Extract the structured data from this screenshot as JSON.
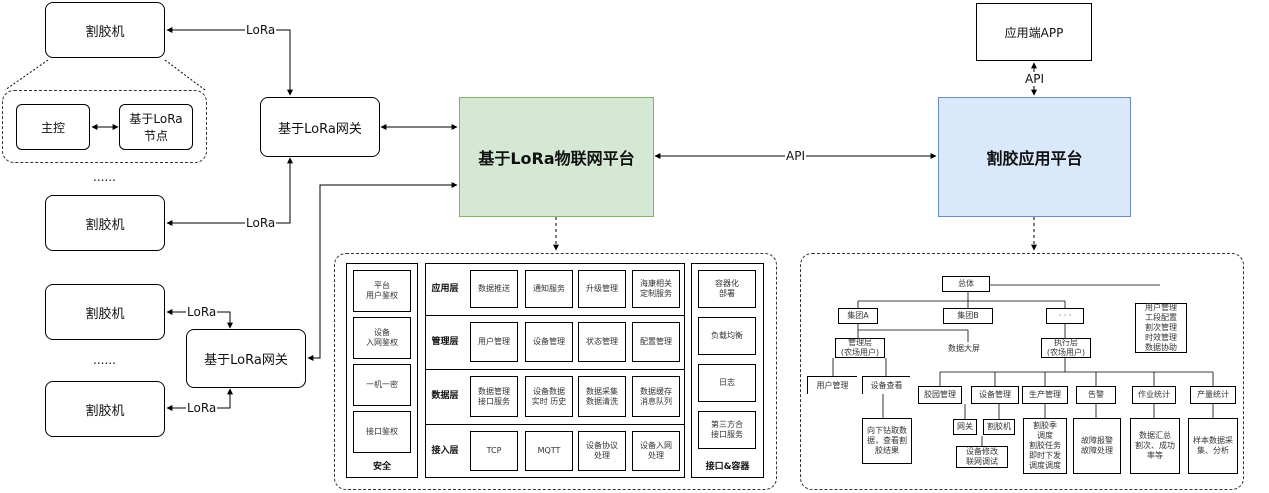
{
  "left": {
    "machine_top": "割胶机",
    "main_ctrl": "主控",
    "lora_node": "基于LoRa\n节点",
    "dots1": "......",
    "machine_mid": "割胶机",
    "gateway1": "基于LoRa网关",
    "machine_b1": "割胶机",
    "dots2": "......",
    "machine_b2": "割胶机",
    "gateway2": "基于LoRa网关",
    "lora_label": "LoRa"
  },
  "center": {
    "iot_platform": "基于LoRa物联网平台",
    "api_label": "API",
    "tapping_platform": "割胶应用平台",
    "app": "应用端APP",
    "colors": {
      "iot": "#d5e8d4",
      "iot_border": "#82b366",
      "tap": "#dae8fc",
      "tap_border": "#6c8ebf"
    }
  },
  "iot_detail": {
    "security": {
      "title": "安全",
      "items": [
        "平台\n用户鉴权",
        "设备\n入网鉴权",
        "一机一密",
        "接口鉴权"
      ]
    },
    "layers": [
      {
        "name": "应用层",
        "items": [
          "数据推送",
          "通知服务",
          "升级管理",
          "海康相关\n定制服务"
        ]
      },
      {
        "name": "管理层",
        "items": [
          "用户管理",
          "设备管理",
          "状态管理",
          "配置管理"
        ]
      },
      {
        "name": "数据层",
        "items": [
          "数据管理\n接口服务",
          "设备数据\n实时 历史",
          "数据采集\n数据清洗",
          "数据缓存\n消息队列"
        ]
      },
      {
        "name": "接入层",
        "items": [
          "TCP",
          "MQTT",
          "设备协议\n处理",
          "设备入网\n处理"
        ]
      }
    ],
    "interface": {
      "title": "接口&容器",
      "items": [
        "容器化\n部署",
        "负载均衡",
        "日志",
        "第三方合\n接口服务"
      ]
    }
  },
  "tap_detail": {
    "root": "总体",
    "groups": [
      "集团A",
      "集团B",
      "· · ·"
    ],
    "right_note": "用户管理\n工段配置\n割次管理\n时效管理\n数据协助",
    "mgmt_layer": "管理层\n(农场用户)",
    "big_screen": "数据大屏",
    "exec_layer": "执行层\n(农场用户)",
    "user_mgmt": "用户管理",
    "device_view": "设备查看",
    "result_text": "向下钻取数\n据，查看割\n胶结果",
    "modules": [
      "胶园管理",
      "设备管理",
      "生产管理",
      "告警",
      "作业统计",
      "产量统计"
    ],
    "gw": "网关",
    "tapper": "割胶机",
    "gw_tapper_note": "设备修改\n联网调试",
    "prod_note": "割胶季\n调度\n割胶任务\n即时下发\n调度调度",
    "alarm_note": "故障报警\n故障处理",
    "stat_note": "数据汇总\n割次、成功\n率等",
    "yield_note": "样本数据采\n集、分析"
  }
}
